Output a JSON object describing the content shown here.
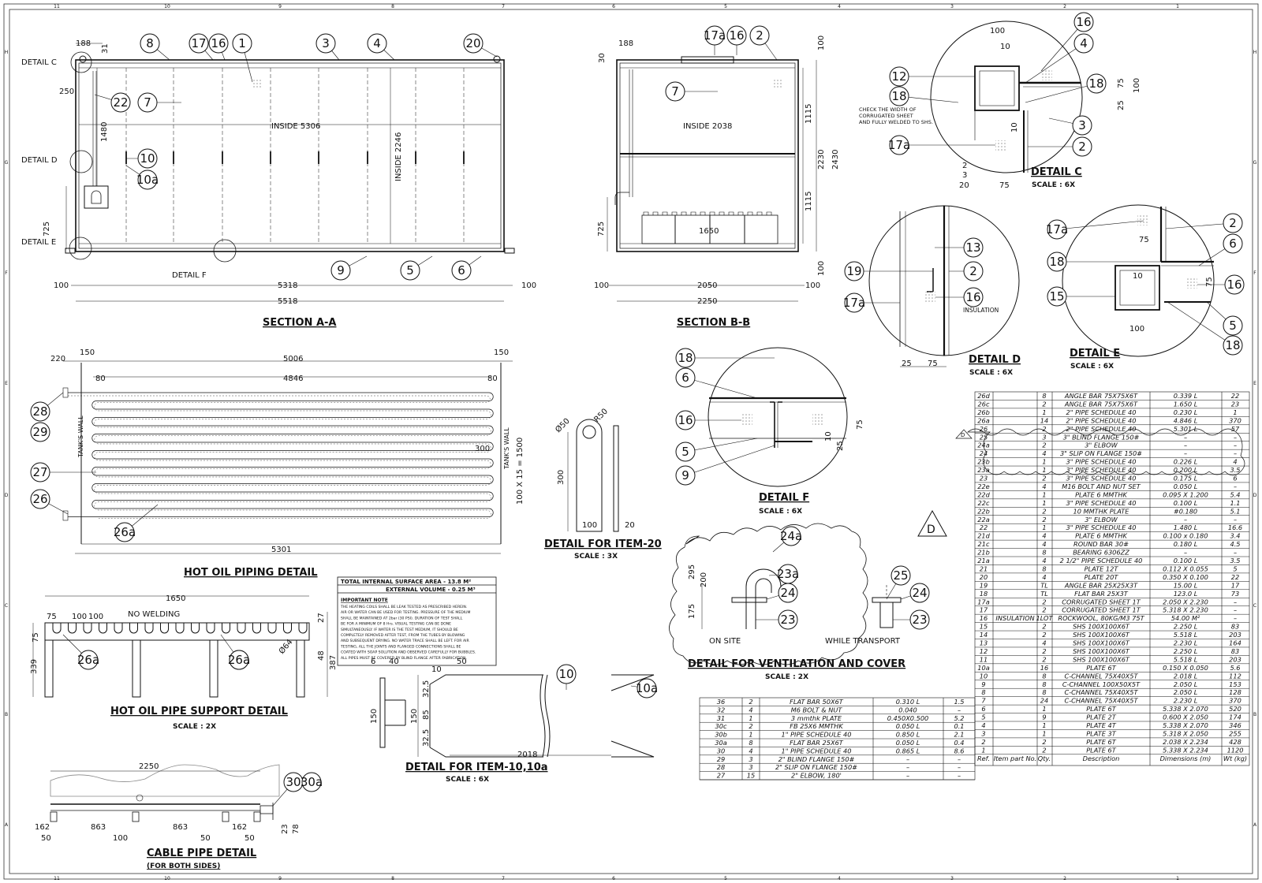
{
  "border": {
    "cols_top": [
      "11",
      "10",
      "9",
      "8",
      "7",
      "6",
      "5",
      "4",
      "3",
      "2",
      "1"
    ],
    "rows": [
      "H",
      "G",
      "F",
      "E",
      "D",
      "C",
      "B",
      "A"
    ]
  },
  "section_a": {
    "title": "SECTION A-A",
    "detail_labels": [
      "DETAIL C",
      "DETAIL D",
      "DETAIL E",
      "DETAIL F"
    ],
    "dims": {
      "d188": "188",
      "d31": "31",
      "d250": "250",
      "d1480": "1480",
      "d725": "725",
      "inside_len": "INSIDE 5306",
      "inside_h": "INSIDE 2246",
      "d100a": "100",
      "d5318": "5318",
      "d100b": "100",
      "d5518": "5518"
    },
    "balloons": [
      "8",
      "17",
      "16",
      "1",
      "3",
      "4",
      "20",
      "22",
      "7",
      "10",
      "10a",
      "9",
      "5",
      "6"
    ]
  },
  "section_b": {
    "title": "SECTION B-B",
    "dims": {
      "d188": "188",
      "d30": "30",
      "inside_w": "INSIDE 2038",
      "d100t": "100",
      "d1115a": "1115",
      "d2230": "2230",
      "d2430": "2430",
      "d1115b": "1115",
      "d725": "725",
      "d1650": "1650",
      "d100b": "100",
      "d100l": "100",
      "d2050": "2050",
      "d100r": "100",
      "d2250": "2250"
    },
    "balloons": [
      "17a",
      "16",
      "2",
      "7"
    ]
  },
  "detail_c": {
    "title": "DETAIL C",
    "scale": "SCALE : 6X",
    "note": [
      "CHECK THE WIDTH OF",
      "CORRUGATED SHEET",
      "AND FULLY WELDED TO SHS."
    ],
    "dims": [
      "100",
      "10",
      "75",
      "100",
      "25",
      "10",
      "2",
      "3",
      "20",
      "75"
    ],
    "balloons": [
      "16",
      "4",
      "12",
      "18",
      "18",
      "3",
      "17a",
      "2"
    ]
  },
  "detail_d": {
    "title": "DETAIL D",
    "scale": "SCALE : 6X",
    "insulation": "INSULATION",
    "dims": [
      "25",
      "75"
    ],
    "balloons": [
      "13",
      "2",
      "19",
      "16",
      "17a"
    ]
  },
  "detail_e": {
    "title": "DETAIL E",
    "scale": "SCALE : 6X",
    "dims": [
      "75",
      "10",
      "75",
      "100"
    ],
    "balloons": [
      "2",
      "17a",
      "6",
      "18",
      "16",
      "15",
      "5",
      "18"
    ]
  },
  "detail_f": {
    "title": "DETAIL F",
    "scale": "SCALE : 6X",
    "dims": [
      "75",
      "10",
      "25"
    ],
    "balloons": [
      "18",
      "6",
      "16",
      "5",
      "9"
    ]
  },
  "hot_oil": {
    "title": "HOT OIL PIPING DETAIL",
    "tank_wall": "TANK'S WALL",
    "dims": {
      "d220": "220",
      "d150l": "150",
      "d5006": "5006",
      "d150r": "150",
      "d4846": "4846",
      "d80l": "80",
      "d80r": "80",
      "d300": "300",
      "d100x15": "100 X 15 = 1500",
      "d5301": "5301"
    },
    "balloons": [
      "28",
      "29",
      "27",
      "26",
      "26a"
    ]
  },
  "item20": {
    "title": "DETAIL FOR ITEM-20",
    "scale": "SCALE : 3X",
    "dims": [
      "Ø50",
      "R50",
      "300",
      "100",
      "20"
    ]
  },
  "notes": {
    "area": "TOTAL INTERNAL SURFACE AREA - 13.8 M²",
    "volume": "EXTERNAL VOLUME - 0.25 M³",
    "important": "IMPORTANT NOTE",
    "lines": [
      "THE HEATING COILS SHALL BE LEAK TESTED AS PRESCRIBED HEREIN.",
      "AIR OR WATER CAN BE USED FOR TESTING. PRESSURE OF THE MEDIUM",
      "SHALL BE MAINTAINED AT 2bar (30 PSI). DURATION OF TEST SHALL",
      "BE FOR A MINIMUM OF 8 Hrs. VISUAL TESTING CAN BE DONE",
      "SIMULTANEOUSLY. IF WATER IS THE TEST MEDIUM, IT SHOULD BE",
      "COMPLETELY REMOVED AFTER TEST, FROM THE TUBES BY BLOWING",
      "AND SUBSEQUENT DRYING. NO WATER TRACE SHALL BE LEFT. FOR AIR",
      "TESTING, ALL THE JOINTS AND FLANGED CONNECTIONS SHALL BE",
      "COATED WITH SOAP SOLUTION AND OBSERVED CAREFULLY FOR BUBBLES.",
      "ALL PIPES MUST BE COVERED BY BLIND FLANGE AFTER FABRICATION."
    ]
  },
  "support": {
    "title": "HOT OIL PIPE SUPPORT DETAIL",
    "scale": "SCALE : 2X",
    "no_weld": "NO WELDING",
    "dims": {
      "d1650": "1650",
      "d75a": "75",
      "d100a": "100",
      "d100b": "100",
      "d75b": "75",
      "d27": "27",
      "d339": "339",
      "d48": "48",
      "d387": "387",
      "d64": "Ø64"
    },
    "balloons": [
      "26a",
      "26a",
      "26a"
    ]
  },
  "item10": {
    "title": "DETAIL FOR ITEM-10,10a",
    "scale": "SCALE : 6X",
    "dims": [
      "6",
      "40",
      "10",
      "50",
      "150",
      "32.5",
      "150",
      "85",
      "32.5",
      "2018"
    ],
    "balloons": [
      "10",
      "10a"
    ]
  },
  "vent": {
    "title": "DETAIL FOR VENTILATION AND COVER",
    "scale": "SCALE : 2X",
    "on_site": "ON SITE",
    "transport": "WHILE TRANSPORT",
    "dims": [
      "295",
      "200",
      "175"
    ],
    "balloons": [
      "24a",
      "23a",
      "24",
      "23",
      "25",
      "24",
      "23"
    ],
    "rev": "D"
  },
  "cable": {
    "title": "CABLE PIPE DETAIL",
    "subtitle": "(FOR BOTH SIDES)",
    "dims": {
      "d2250": "2250",
      "d162l": "162",
      "d863l": "863",
      "d863r": "863",
      "d162r": "162",
      "d50l": "50",
      "d100": "100",
      "d50a": "50",
      "d50b": "50",
      "d23": "23",
      "d78": "78"
    },
    "balloons": [
      "30",
      "30a"
    ]
  },
  "bom_right": {
    "rows": [
      [
        "26d",
        "8",
        "ANGLE BAR 75X75X6T",
        "0.339 L",
        "22"
      ],
      [
        "26c",
        "2",
        "ANGLE BAR 75X75X6T",
        "1.650 L",
        "23"
      ],
      [
        "26b",
        "1",
        "2\" PIPE SCHEDULE 40",
        "0.230 L",
        "1"
      ],
      [
        "26a",
        "14",
        "2\" PIPE SCHEDULE 40",
        "4.846 L",
        "370"
      ],
      [
        "26",
        "2",
        "2\" PIPE SCHEDULE 40",
        "5.301 L",
        "57"
      ],
      [
        "25",
        "3",
        "3\" BLIND FLANGE 150#",
        "–",
        "–"
      ],
      [
        "24a",
        "2",
        "3\" ELBOW",
        "–",
        "–"
      ],
      [
        "24",
        "4",
        "3\" SLIP ON FLANGE 150#",
        "–",
        "–"
      ],
      [
        "23b",
        "1",
        "3\" PIPE SCHEDULE 40",
        "0.226 L",
        "4"
      ],
      [
        "23a",
        "1",
        "3\" PIPE SCHEDULE 40",
        "0.200 L",
        "3.5"
      ],
      [
        "23",
        "2",
        "3\" PIPE SCHEDULE 40",
        "0.175 L",
        "6"
      ],
      [
        "22e",
        "4",
        "M16 BOLT AND NUT SET",
        "0.050 L",
        "–"
      ],
      [
        "22d",
        "1",
        "PLATE 6 MMTHK",
        "0.095 X 1.200",
        "5.4"
      ],
      [
        "22c",
        "1",
        "3\" PIPE SCHEDULE 40",
        "0.100 L",
        "1.1"
      ],
      [
        "22b",
        "2",
        "10 MMTHK PLATE",
        "#0.180",
        "5.1"
      ],
      [
        "22a",
        "2",
        "3\" ELBOW",
        "–",
        "–"
      ],
      [
        "22",
        "1",
        "3\" PIPE SCHEDULE 40",
        "1.480 L",
        "16.6"
      ],
      [
        "21d",
        "4",
        "PLATE 6 MMTHK",
        "0.100 x 0.180",
        "3.4"
      ],
      [
        "21c",
        "4",
        "ROUND BAR 30#",
        "0.180 L",
        "4.5"
      ],
      [
        "21b",
        "8",
        "BEARING 6306ZZ",
        "–",
        "–"
      ],
      [
        "21a",
        "4",
        "2 1/2\" PIPE SCHEDULE 40",
        "0.100 L",
        "3.5"
      ],
      [
        "21",
        "8",
        "PLATE 12T",
        "0.112 X 0.055",
        "5"
      ],
      [
        "20",
        "4",
        "PLATE 20T",
        "0.350 X 0.100",
        "22"
      ],
      [
        "19",
        "TL",
        "ANGLE BAR 25X25X3T",
        "15.00 L",
        "17"
      ],
      [
        "18",
        "TL",
        "FLAT BAR 25X3T",
        "123.0 L",
        "73"
      ],
      [
        "17a",
        "2",
        "CORRUGATED SHEET 1T",
        "2.050 X 2.230",
        "–"
      ],
      [
        "17",
        "2",
        "CORRUGATED SHEET 1T",
        "5.318 X 2.230",
        "–"
      ],
      [
        "16",
        "1LOT",
        "ROCKWOOL, 80KG/M3 75T",
        "54.00 M²",
        "–",
        "INSULATION"
      ],
      [
        "15",
        "2",
        "SHS 100X100X6T",
        "2.250 L",
        "83"
      ],
      [
        "14",
        "2",
        "SHS 100X100X6T",
        "5.518 L",
        "203"
      ],
      [
        "13",
        "4",
        "SHS 100X100X6T",
        "2.230 L",
        "164"
      ],
      [
        "12",
        "2",
        "SHS 100X100X6T",
        "2.250 L",
        "83"
      ],
      [
        "11",
        "2",
        "SHS 100X100X6T",
        "5.518 L",
        "203"
      ],
      [
        "10a",
        "16",
        "PLATE 6T",
        "0.150 X 0.050",
        "5.6"
      ],
      [
        "10",
        "8",
        "C-CHANNEL 75X40X5T",
        "2.018 L",
        "112"
      ],
      [
        "9",
        "8",
        "C-CHANNEL 100X50X5T",
        "2.050 L",
        "153"
      ],
      [
        "8",
        "8",
        "C-CHANNEL 75X40X5T",
        "2.050 L",
        "128"
      ],
      [
        "7",
        "24",
        "C-CHANNEL 75X40X5T",
        "2.230 L",
        "370"
      ],
      [
        "6",
        "1",
        "PLATE 6T",
        "5.338 X 2.070",
        "520"
      ],
      [
        "5",
        "9",
        "PLATE 2T",
        "0.600 X 2.050",
        "174"
      ],
      [
        "4",
        "1",
        "PLATE 4T",
        "5.338 X 2.070",
        "346"
      ],
      [
        "3",
        "1",
        "PLATE 3T",
        "5.318 X 2.050",
        "255"
      ],
      [
        "2",
        "2",
        "PLATE 6T",
        "2.038 X 2.234",
        "428"
      ],
      [
        "1",
        "2",
        "PLATE 6T",
        "5.338 X 2.234",
        "1120"
      ]
    ],
    "header": [
      "Ref.",
      "Item part No.",
      "Qty.",
      "Description",
      "Dimensions (m)",
      "Wt (kg)"
    ]
  },
  "bom_left": {
    "rows": [
      [
        "36",
        "2",
        "FLAT BAR 50X6T",
        "0.310 L",
        "1.5"
      ],
      [
        "32",
        "4",
        "M6 BOLT & NUT",
        "0.040",
        "–"
      ],
      [
        "31",
        "1",
        "3 mmthk PLATE",
        "0.450X0.500",
        "5.2"
      ],
      [
        "30c",
        "2",
        "FB 25X6 MMTHK",
        "0.050 L",
        "0.1"
      ],
      [
        "30b",
        "1",
        "1\" PIPE SCHEDULE 40",
        "0.850 L",
        "2.1"
      ],
      [
        "30a",
        "8",
        "FLAT BAR 25X6T",
        "0.050 L",
        "0.4"
      ],
      [
        "30",
        "4",
        "1\" PIPE SCHEDULE 40",
        "0.865 L",
        "8.6"
      ],
      [
        "29",
        "3",
        "2\" BLIND FLANGE 150#",
        "–",
        "–"
      ],
      [
        "28",
        "3",
        "2\" SLIP ON FLANGE 150#",
        "–",
        "–"
      ],
      [
        "27",
        "15",
        "2\" ELBOW, 180'",
        "–",
        "–"
      ]
    ]
  }
}
